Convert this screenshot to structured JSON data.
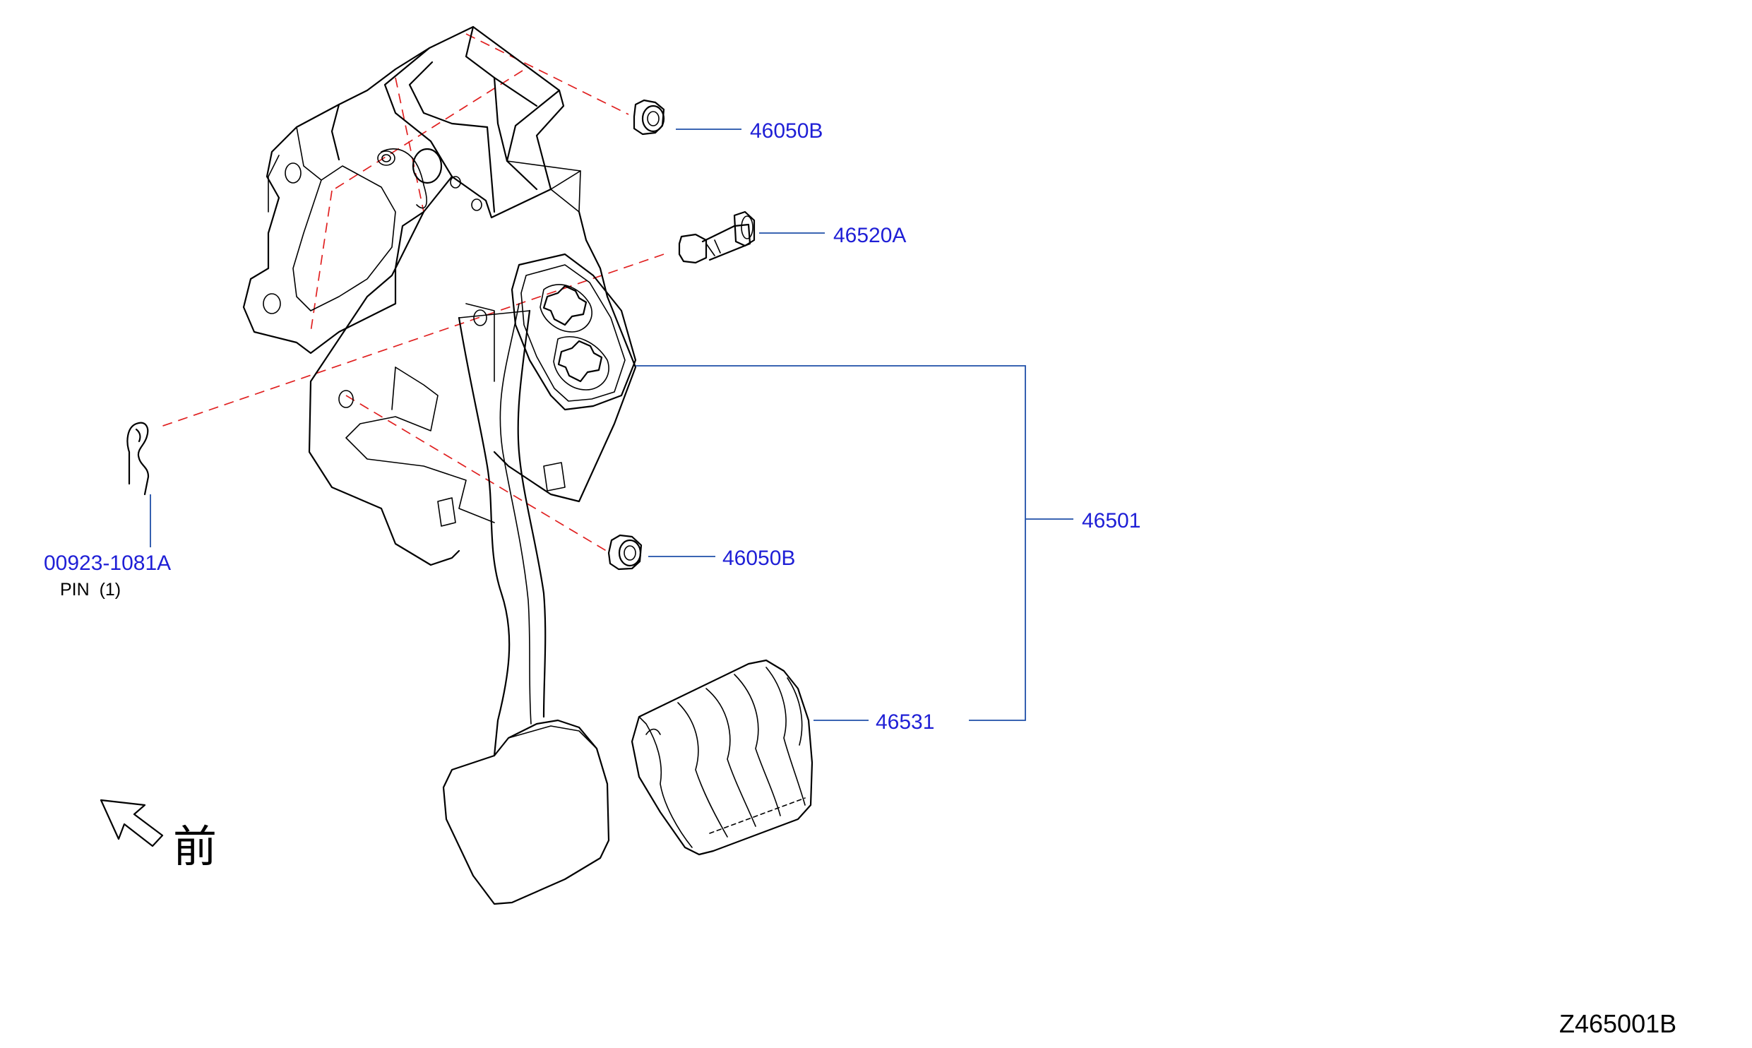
{
  "diagram_id": "Z465001B",
  "front_label": "前",
  "colors": {
    "part_number_text": "#1f1fd6",
    "leader_line": "#1f4fa8",
    "assembly_dash_line": "#e02020",
    "outline": "#000000"
  },
  "callouts": {
    "nut_upper": {
      "part_number": "46050B"
    },
    "pivot_pin": {
      "part_number": "46520A"
    },
    "snap_pin": {
      "part_number": "00923-1081A",
      "description": "PIN  (1)"
    },
    "nut_lower": {
      "part_number": "46050B"
    },
    "pedal_assembly": {
      "part_number": "46501"
    },
    "pedal_pad": {
      "part_number": "46531"
    }
  },
  "icons": [
    "front-arrow-icon"
  ]
}
